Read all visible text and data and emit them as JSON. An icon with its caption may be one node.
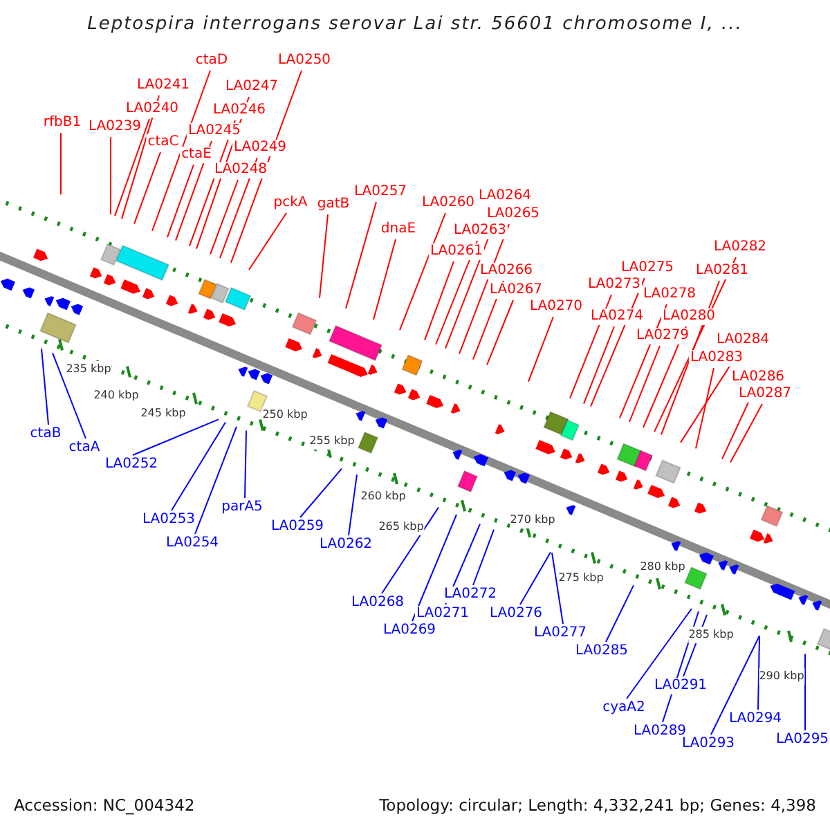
{
  "diagram": {
    "title": "Leptospira interrogans serovar Lai str. 56601 chromosome I, ...",
    "nodes": [
      {
        "text": [
          "rfbB1"
        ]
      },
      {
        "text": [
          "LA0239"
        ]
      },
      {
        "text": [
          "LA0240"
        ]
      },
      {
        "text": [
          "LA0241"
        ]
      },
      {
        "text": [
          "ctaD"
        ]
      },
      {
        "text": [
          "ctaC"
        ]
      },
      {
        "text": [
          "LA0245"
        ]
      },
      {
        "text": [
          "ctaE"
        ]
      },
      {
        "text": [
          "LA0246"
        ]
      },
      {
        "text": [
          "LA0247"
        ]
      },
      {
        "text": [
          "LA0248"
        ]
      },
      {
        "text": [
          "LA0249"
        ]
      },
      {
        "text": [
          "LA0250"
        ]
      },
      {
        "text": [
          "pckA"
        ]
      },
      {
        "text": [
          "gatB"
        ]
      },
      {
        "text": [
          "LA0257"
        ]
      },
      {
        "text": [
          "dnaE"
        ]
      },
      {
        "text": [
          "LA0260"
        ]
      },
      {
        "text": [
          "LA0261"
        ]
      },
      {
        "text": [
          "LA0263"
        ]
      },
      {
        "text": [
          "LA0264"
        ]
      },
      {
        "text": [
          "LA0265"
        ]
      },
      {
        "text": [
          "LA0266"
        ]
      },
      {
        "text": [
          "LA0267"
        ]
      },
      {
        "text": [
          "LA0270"
        ]
      },
      {
        "text": [
          "LA0273"
        ]
      },
      {
        "text": [
          "LA0274"
        ]
      },
      {
        "text": [
          "LA0275"
        ]
      },
      {
        "text": [
          "LA0278"
        ]
      },
      {
        "text": [
          "LA0279"
        ]
      },
      {
        "text": [
          "LA0280"
        ]
      },
      {
        "text": [
          "LA0281"
        ]
      },
      {
        "text": [
          "LA0282"
        ]
      },
      {
        "text": [
          "LA0283"
        ]
      },
      {
        "text": [
          "LA0284"
        ]
      },
      {
        "text": [
          "LA0286"
        ]
      },
      {
        "text": [
          "LA0287"
        ]
      },
      {
        "text": [
          "ctaB"
        ]
      },
      {
        "text": [
          "ctaA"
        ]
      },
      {
        "text": [
          "LA0252"
        ]
      },
      {
        "text": [
          "LA0253"
        ]
      },
      {
        "text": [
          "LA0254"
        ]
      },
      {
        "text": [
          "parA5"
        ]
      },
      {
        "text": [
          "LA0259"
        ]
      },
      {
        "text": [
          "LA0262"
        ]
      },
      {
        "text": [
          "LA0268"
        ]
      },
      {
        "text": [
          "LA0269"
        ]
      },
      {
        "text": [
          "LA0271"
        ]
      },
      {
        "text": [
          "LA0272"
        ]
      },
      {
        "text": [
          "LA0276"
        ]
      },
      {
        "text": [
          "LA0277"
        ]
      },
      {
        "text": [
          "LA0285"
        ]
      },
      {
        "text": [
          "cyaA2"
        ]
      },
      {
        "text": [
          "LA0289"
        ]
      },
      {
        "text": [
          "LA0291"
        ]
      },
      {
        "text": [
          "LA0293"
        ]
      },
      {
        "text": [
          "LA0294"
        ]
      },
      {
        "text": [
          "LA0295"
        ]
      }
    ],
    "edges": [
      {
        "from": 0,
        "to": null,
        "arrow": "none"
      },
      {
        "from": 1,
        "to": null,
        "arrow": "none"
      },
      {
        "from": 2,
        "to": null,
        "arrow": "none"
      },
      {
        "from": 3,
        "to": null,
        "arrow": "none"
      },
      {
        "from": 4,
        "to": null,
        "arrow": "none"
      },
      {
        "from": 5,
        "to": null,
        "arrow": "none"
      },
      {
        "from": 6,
        "to": null,
        "arrow": "none"
      },
      {
        "from": 7,
        "to": null,
        "arrow": "none"
      },
      {
        "from": 8,
        "to": null,
        "arrow": "none"
      },
      {
        "from": 9,
        "to": null,
        "arrow": "none"
      },
      {
        "from": 10,
        "to": null,
        "arrow": "none"
      },
      {
        "from": 11,
        "to": null,
        "arrow": "none"
      },
      {
        "from": 12,
        "to": null,
        "arrow": "none"
      },
      {
        "from": 13,
        "to": null,
        "arrow": "none"
      },
      {
        "from": 14,
        "to": null,
        "arrow": "none"
      },
      {
        "from": 15,
        "to": null,
        "arrow": "none"
      },
      {
        "from": 16,
        "to": null,
        "arrow": "none"
      },
      {
        "from": 17,
        "to": null,
        "arrow": "none"
      },
      {
        "from": 18,
        "to": null,
        "arrow": "none"
      },
      {
        "from": 19,
        "to": null,
        "arrow": "none"
      },
      {
        "from": 20,
        "to": null,
        "arrow": "none"
      },
      {
        "from": 21,
        "to": null,
        "arrow": "none"
      },
      {
        "from": 22,
        "to": null,
        "arrow": "none"
      },
      {
        "from": 23,
        "to": null,
        "arrow": "none"
      },
      {
        "from": 24,
        "to": null,
        "arrow": "none"
      },
      {
        "from": 25,
        "to": null,
        "arrow": "none"
      },
      {
        "from": 26,
        "to": null,
        "arrow": "none"
      },
      {
        "from": 27,
        "to": null,
        "arrow": "none"
      },
      {
        "from": 28,
        "to": null,
        "arrow": "none"
      },
      {
        "from": 29,
        "to": null,
        "arrow": "none"
      },
      {
        "from": 30,
        "to": null,
        "arrow": "none"
      },
      {
        "from": 31,
        "to": null,
        "arrow": "none"
      },
      {
        "from": 32,
        "to": null,
        "arrow": "none"
      },
      {
        "from": 33,
        "to": null,
        "arrow": "none"
      },
      {
        "from": 34,
        "to": null,
        "arrow": "none"
      },
      {
        "from": 35,
        "to": null,
        "arrow": "none"
      },
      {
        "from": 36,
        "to": null,
        "arrow": "none"
      },
      {
        "from": 37,
        "to": null,
        "arrow": "none",
        "color": "#0000ff"
      },
      {
        "from": 38,
        "to": null,
        "arrow": "none",
        "color": "#0000ff"
      },
      {
        "from": 39,
        "to": null,
        "arrow": "none",
        "color": "#0000ff"
      },
      {
        "from": 40,
        "to": null,
        "arrow": "none",
        "color": "#0000ff"
      },
      {
        "from": 41,
        "to": null,
        "arrow": "none",
        "color": "#0000ff"
      },
      {
        "from": 42,
        "to": null,
        "arrow": "none",
        "color": "#0000ff"
      },
      {
        "from": 43,
        "to": null,
        "arrow": "none",
        "color": "#0000ff"
      },
      {
        "from": 44,
        "to": null,
        "arrow": "none",
        "color": "#0000ff"
      },
      {
        "from": 45,
        "to": null,
        "arrow": "none",
        "color": "#0000ff"
      },
      {
        "from": 46,
        "to": null,
        "arrow": "none",
        "color": "#0000ff"
      },
      {
        "from": 47,
        "to": null,
        "arrow": "none",
        "color": "#0000ff"
      },
      {
        "from": 48,
        "to": null,
        "arrow": "none",
        "color": "#0000ff"
      },
      {
        "from": 49,
        "to": null,
        "arrow": "none",
        "color": "#0000ff"
      },
      {
        "from": 50,
        "to": null,
        "arrow": "none",
        "color": "#0000ff"
      },
      {
        "from": 51,
        "to": null,
        "arrow": "none",
        "color": "#0000ff"
      },
      {
        "from": 52,
        "to": null,
        "arrow": "none",
        "color": "#0000ff"
      },
      {
        "from": 53,
        "to": null,
        "arrow": "none",
        "color": "#0000ff"
      },
      {
        "from": 54,
        "to": null,
        "arrow": "none",
        "color": "#0000ff"
      },
      {
        "from": 55,
        "to": null,
        "arrow": "none",
        "color": "#0000ff"
      },
      {
        "from": 56,
        "to": null,
        "arrow": "none",
        "color": "#0000ff"
      },
      {
        "from": 57,
        "to": null,
        "arrow": "none",
        "color": "#0000ff"
      }
    ],
    "labels": [
      "235 kbp",
      "240 kbp",
      "245 kbp",
      "250 kbp",
      "255 kbp",
      "260 kbp",
      "265 kbp",
      "270 kbp",
      "275 kbp",
      "280 kbp",
      "285 kbp",
      "290 kbp",
      "Accession: NC_004342",
      "Topology: circular; Length: 4,332,241 bp; Genes: 4,398"
    ]
  }
}
